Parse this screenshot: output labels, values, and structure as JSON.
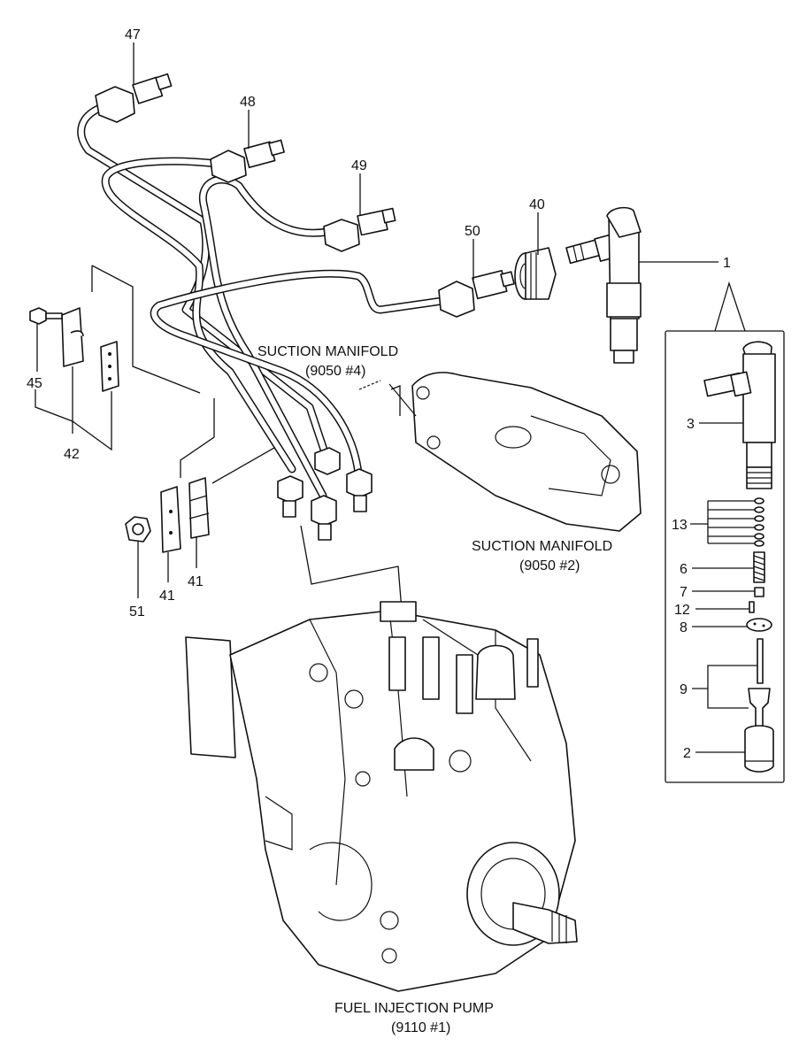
{
  "callouts": [
    "47",
    "48",
    "49",
    "40",
    "50",
    "1",
    "45",
    "42",
    "3",
    "13",
    "6",
    "7",
    "12",
    "8",
    "9",
    "2",
    "51",
    "41",
    "41"
  ],
  "captions": {
    "suction_manifold_4": {
      "line1": "SUCTION MANIFOLD",
      "line2": "(9050 #4)"
    },
    "suction_manifold_2": {
      "line1": "SUCTION MANIFOLD",
      "line2": "(9050 #2)"
    },
    "fuel_injection_pump": {
      "line1": "FUEL INJECTION PUMP",
      "line2": "(9110 #1)"
    }
  }
}
